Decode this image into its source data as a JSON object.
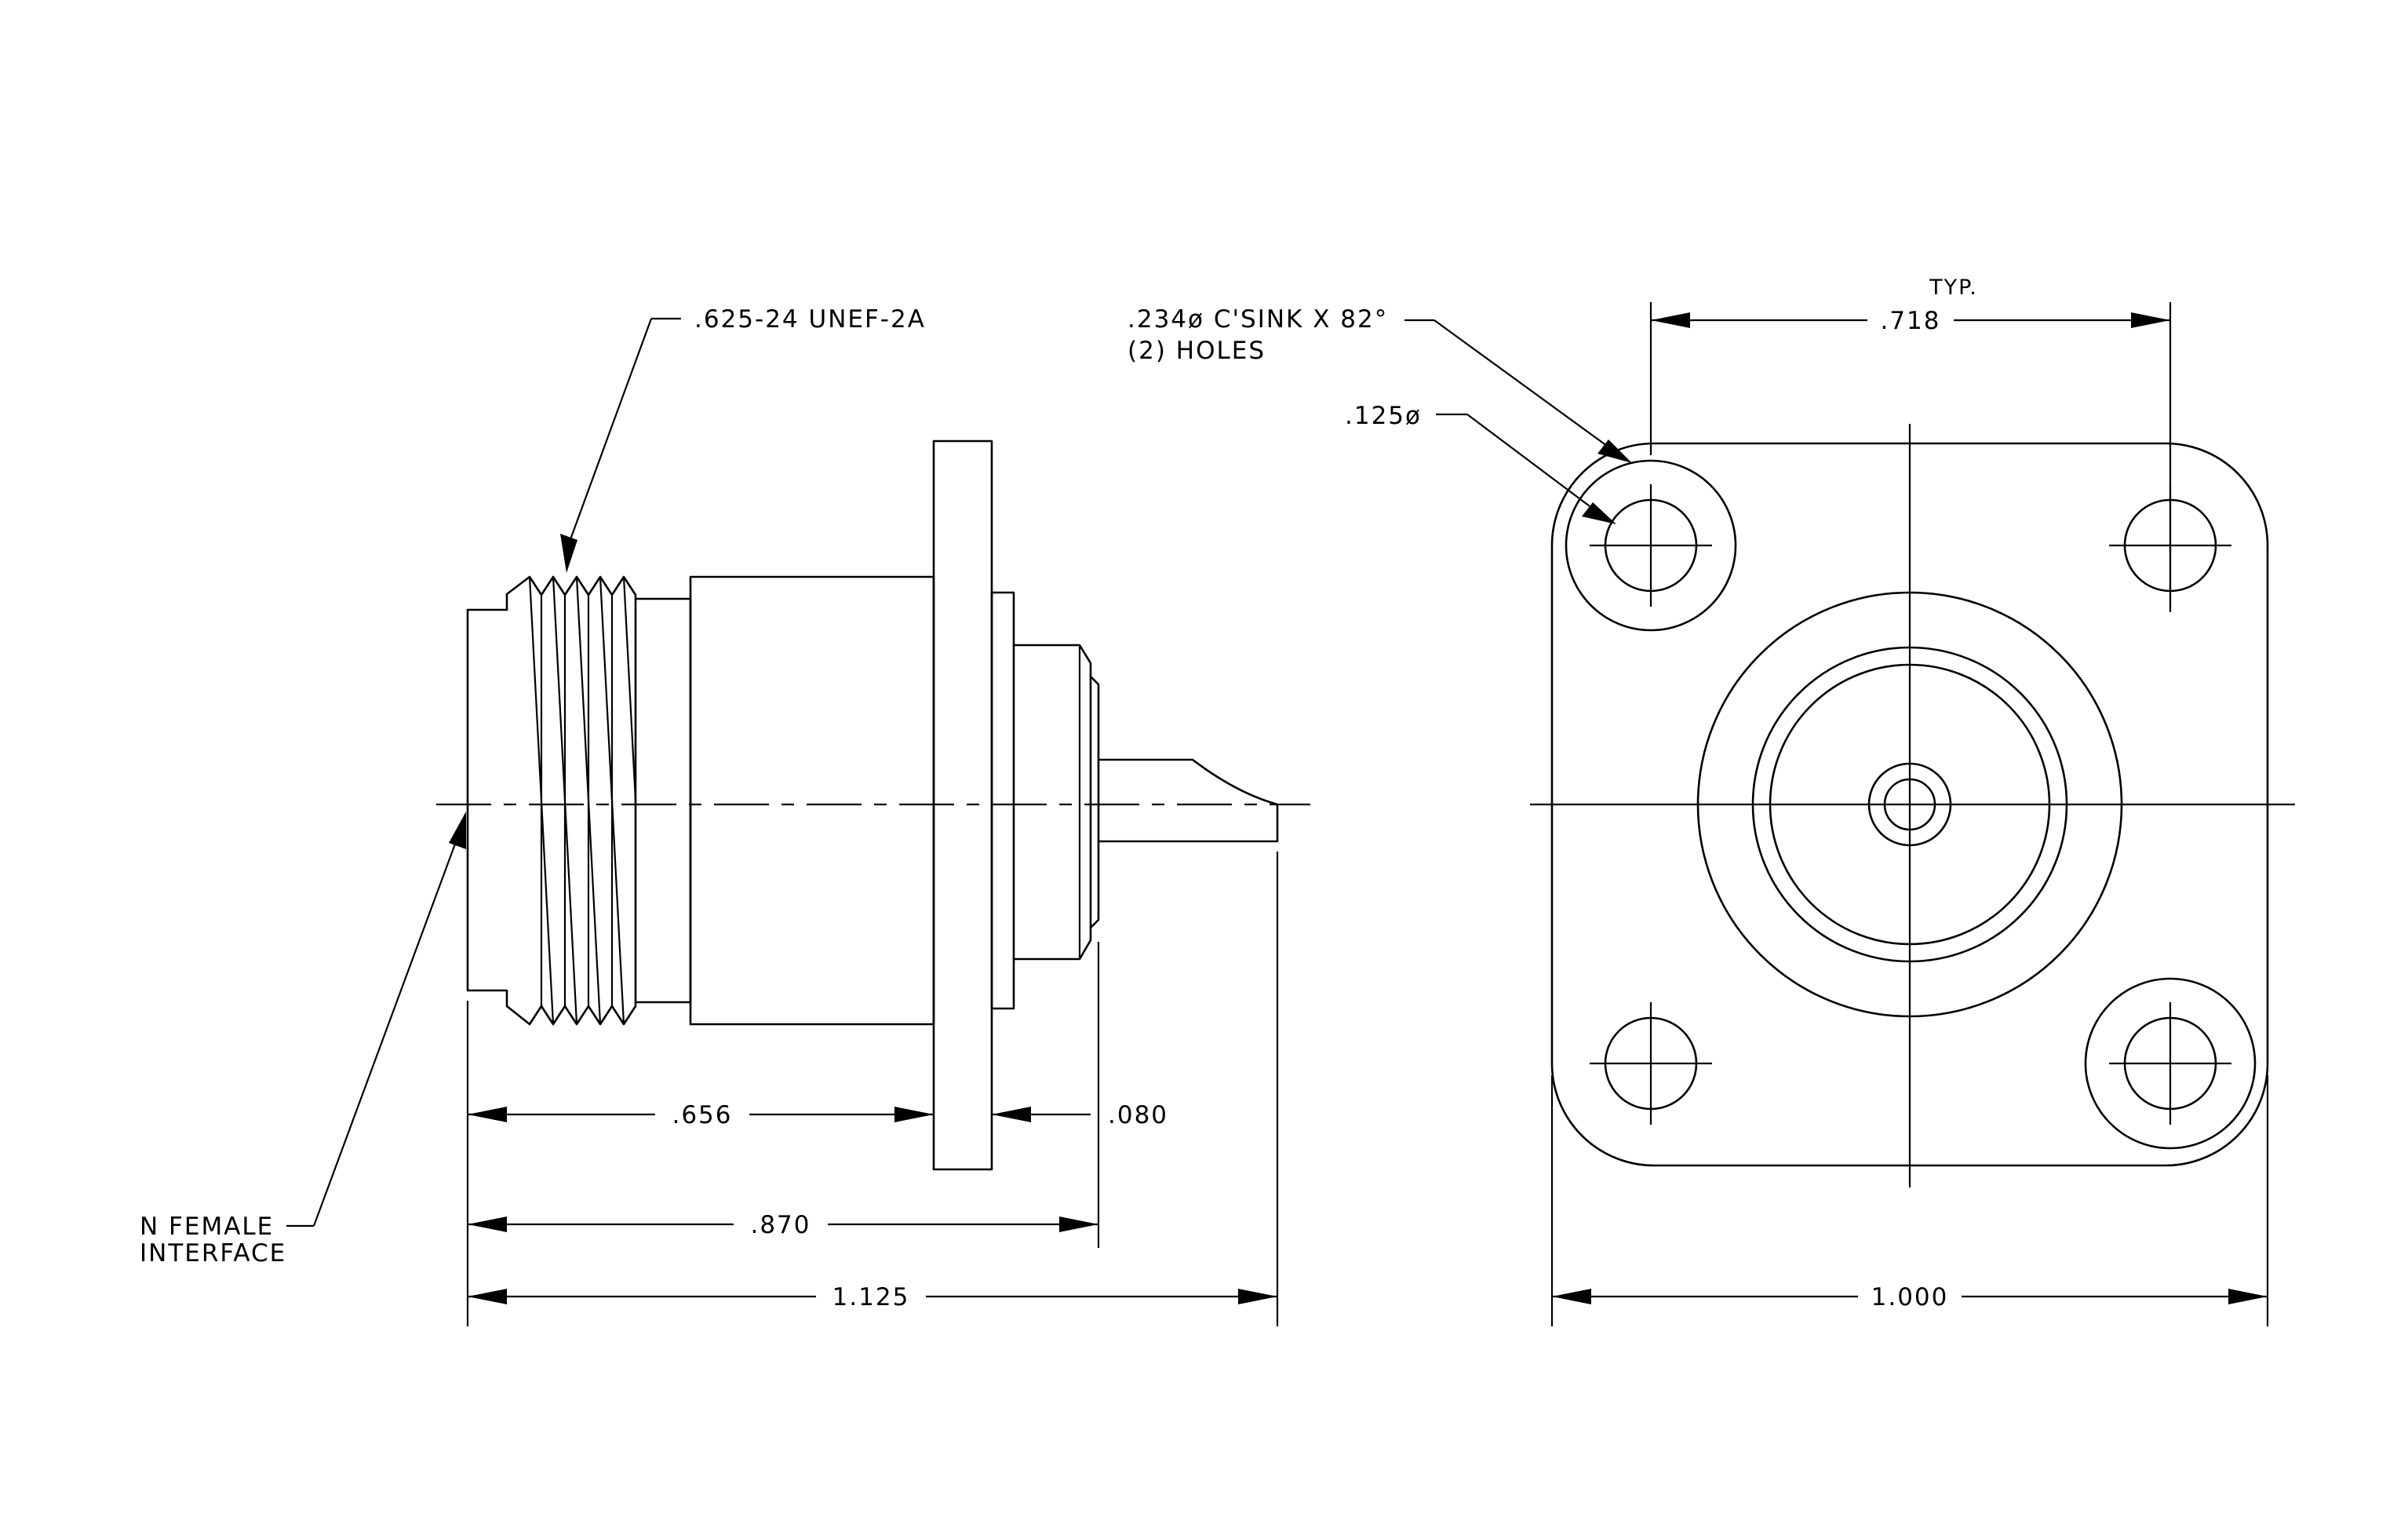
{
  "labels": {
    "thread_spec": ".625-24 UNEF-2A",
    "interface_line1": "N FEMALE",
    "interface_line2": "INTERFACE",
    "csink_line1": ".234ø C'SINK X 82°",
    "csink_line2": "(2)  HOLES",
    "hole_dia": ".125ø",
    "typ": "TYP."
  },
  "dimensions": {
    "flange_offset": ".656",
    "flange_thickness": ".080",
    "rear_length": ".870",
    "overall_length": "1.125",
    "hole_spacing": ".718",
    "flange_width": "1.000"
  }
}
